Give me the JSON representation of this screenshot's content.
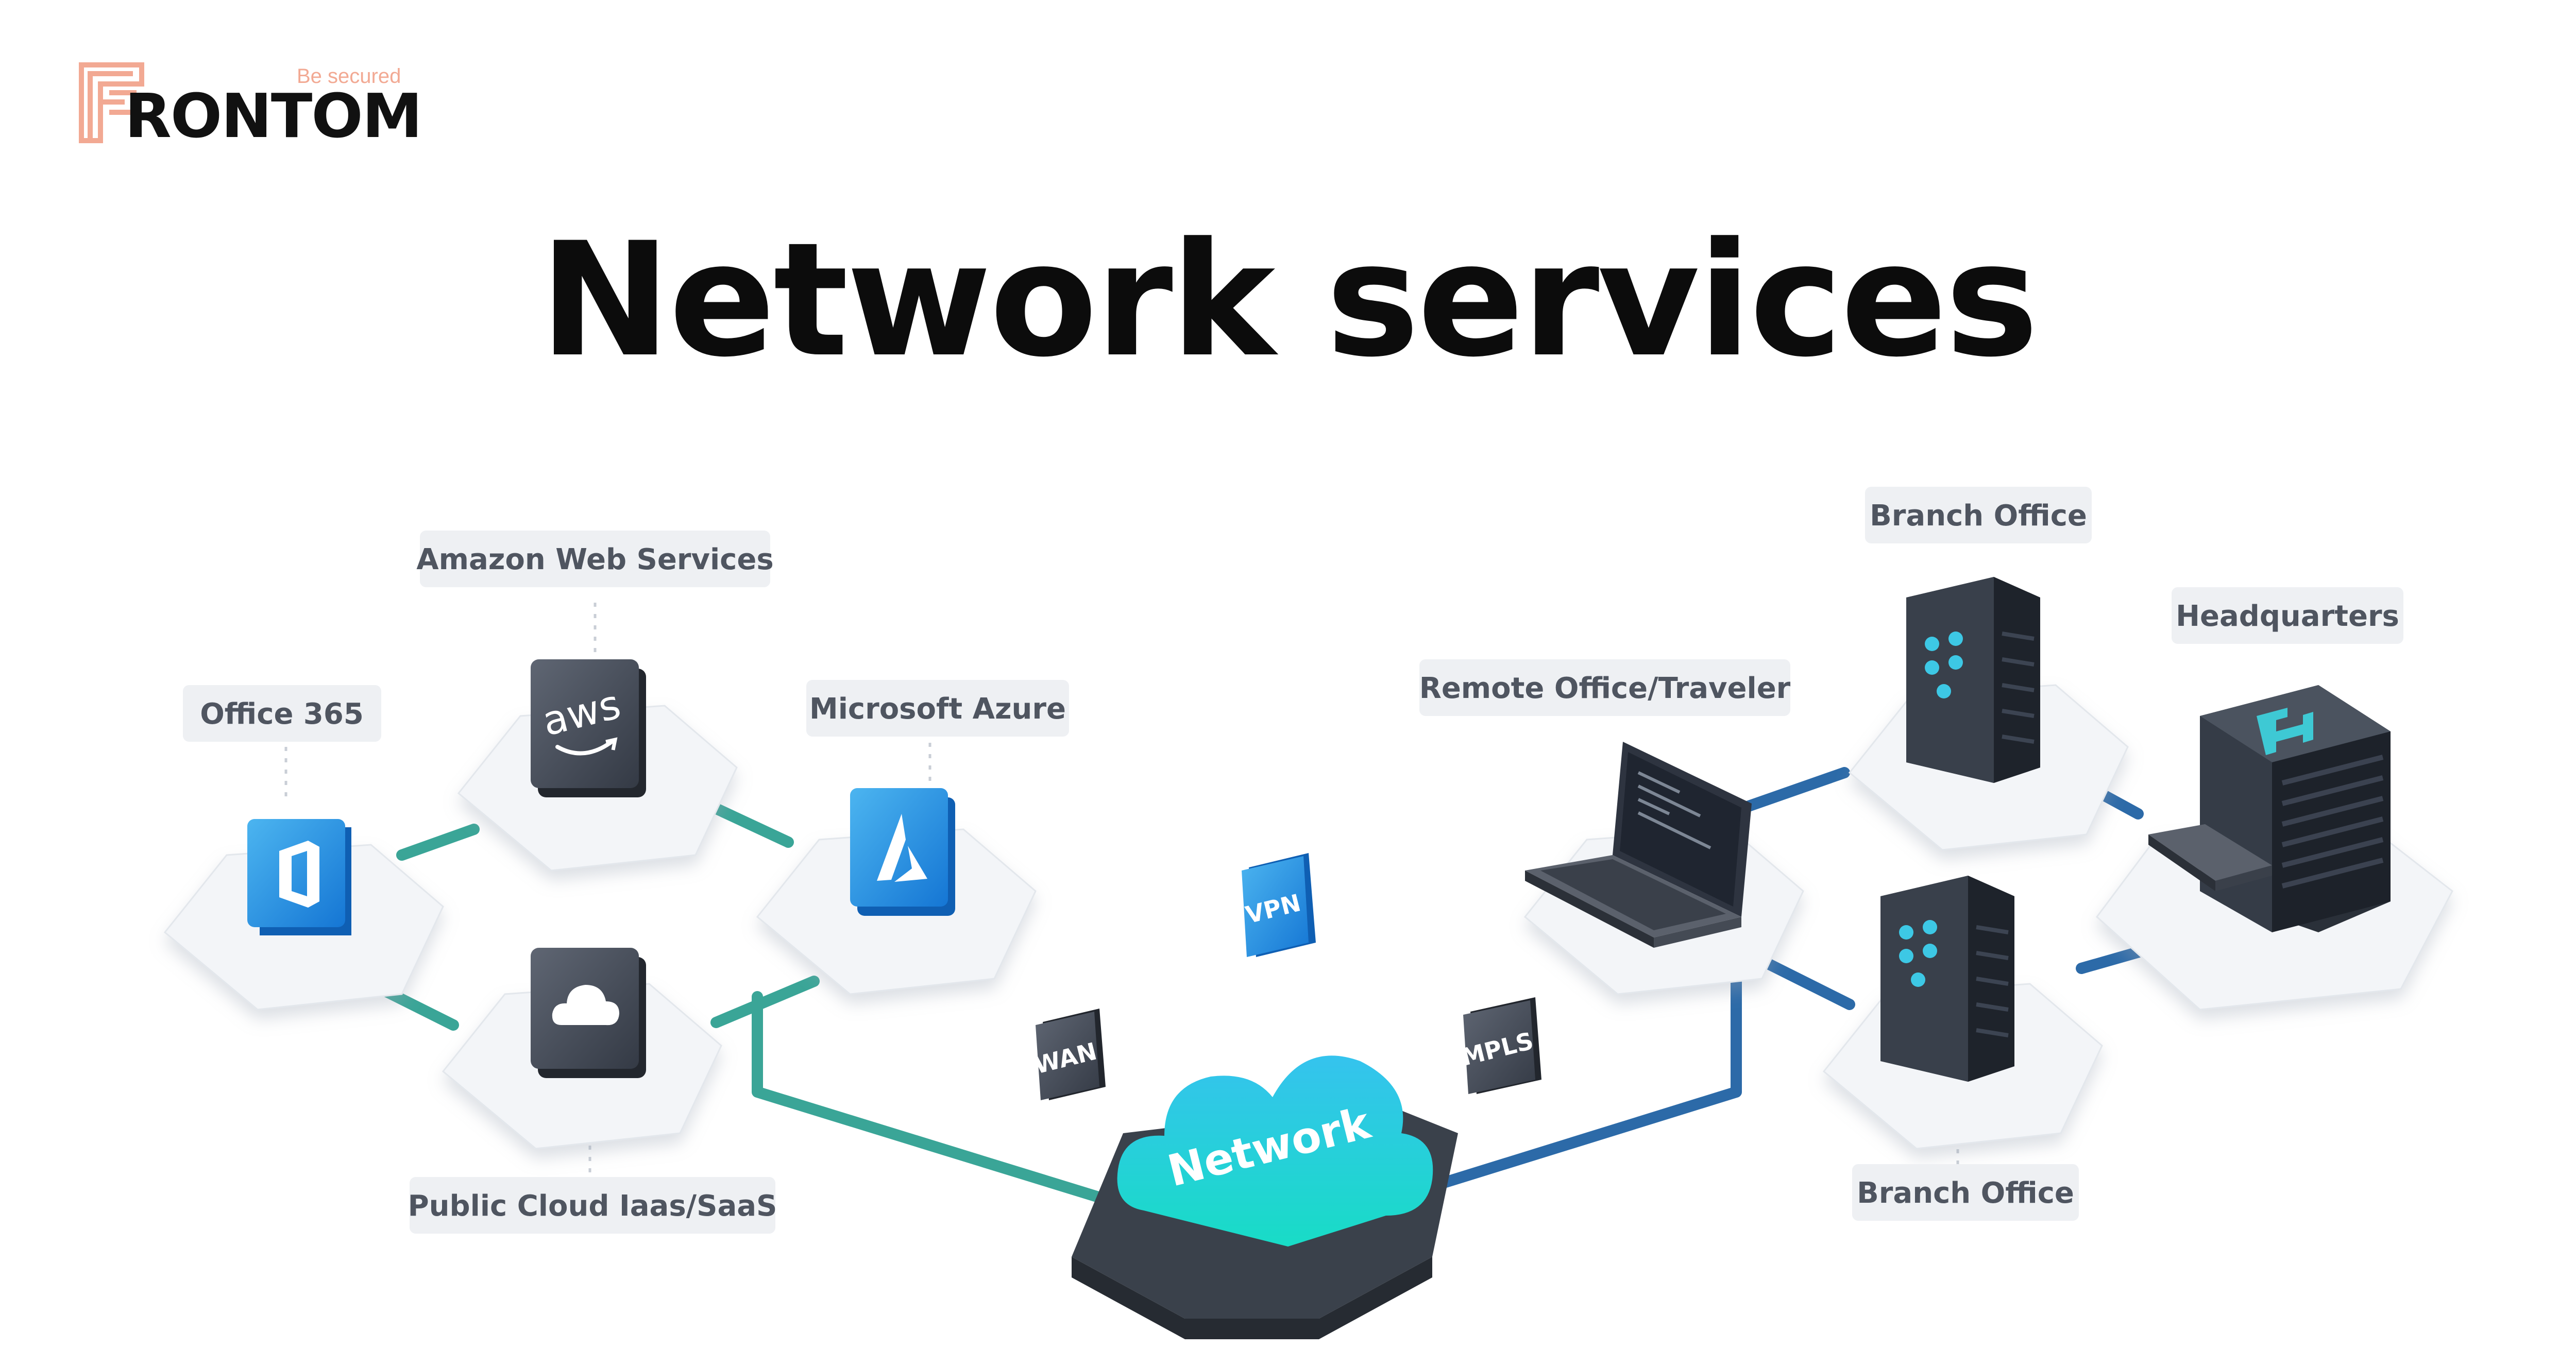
{
  "brand": {
    "name": "RONTOM",
    "tagline": "Be secured",
    "accent": "#f2a993"
  },
  "title": "Network services",
  "labels": {
    "office365": "Office 365",
    "aws": "Amazon Web Services",
    "azure": "Microsoft Azure",
    "public_cloud": "Public Cloud Iaas/SaaS",
    "remote": "Remote Office/Traveler",
    "branch_top": "Branch Office",
    "headquarters": "Headquarters",
    "branch_bottom": "Branch Office"
  },
  "badges": {
    "aws": "aws",
    "vpn": "VPN",
    "wan": "WAN",
    "mpls": "MPLS"
  },
  "cloud_label": "Network",
  "colors": {
    "left_links": "#3aa597",
    "right_links": "#2c6aa8",
    "label_bg": "#eef0f3",
    "label_text": "#4f5560"
  },
  "icons": [
    "office-icon",
    "aws-logo-icon",
    "azure-icon",
    "cloud-icon",
    "laptop-icon",
    "server-icon",
    "building-icon",
    "network-cloud-icon"
  ]
}
